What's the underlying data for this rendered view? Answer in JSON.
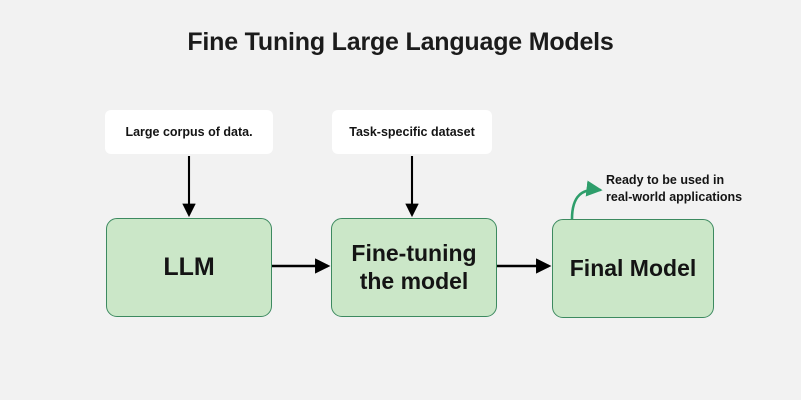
{
  "page": {
    "background_color": "#f2f2f2",
    "title": "Fine Tuning Large Language Models"
  },
  "colors": {
    "box_fill": "#cbe7c8",
    "box_border": "#3d8a60",
    "note_fill": "#ffffff",
    "arrow": "#000000",
    "accent_arrow": "#2e9e6b",
    "text": "#141414"
  },
  "diagram": {
    "type": "flowchart",
    "orientation": "left-to-right",
    "notes": [
      {
        "id": "corpus",
        "text": "Large corpus of data.",
        "target": "llm"
      },
      {
        "id": "task",
        "text": "Task-specific dataset",
        "target": "finetune"
      }
    ],
    "stages": [
      {
        "id": "llm",
        "label": "LLM"
      },
      {
        "id": "finetune",
        "label_line1": "Fine-tuning",
        "label_line2": "the model"
      },
      {
        "id": "final",
        "label": "Final Model"
      }
    ],
    "annotation": {
      "line1": "Ready to be used in",
      "line2": "real-world applications",
      "points_to": "final"
    },
    "connectors": [
      {
        "from": "corpus",
        "to": "llm",
        "style": "straight-down-arrow",
        "color": "#000000"
      },
      {
        "from": "task",
        "to": "finetune",
        "style": "straight-down-arrow",
        "color": "#000000"
      },
      {
        "from": "llm",
        "to": "finetune",
        "style": "straight-right-arrow",
        "color": "#000000"
      },
      {
        "from": "finetune",
        "to": "final",
        "style": "straight-right-arrow",
        "color": "#000000"
      },
      {
        "from": "final",
        "to": "annotation",
        "style": "curved-arrow",
        "color": "#2e9e6b"
      }
    ]
  }
}
